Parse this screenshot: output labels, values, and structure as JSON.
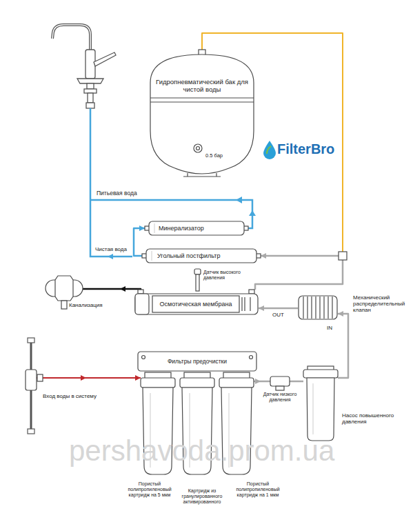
{
  "diagram": {
    "nodes": [
      {
        "text": [
          "Гидропневматический бак для чистой воды",
          "0.5 бар"
        ]
      },
      {
        "text": [
          "Минерализатор"
        ]
      },
      {
        "text": [
          "Угольный постфильтр"
        ]
      },
      {
        "text": [
          "Датчик высокого давления"
        ]
      },
      {
        "text": [
          "Канализация"
        ]
      },
      {
        "text": [
          "Осмотическая мембрана"
        ]
      },
      {
        "text": [
          "Механический распределительный клапан"
        ]
      },
      {
        "text": [
          "Фильтры предочистки"
        ]
      },
      {
        "text": [
          "Вход воды в систему"
        ]
      },
      {
        "text": [
          "Пористый полипропиленовый картридж на 5 мкм"
        ],
        "in": 7
      },
      {
        "text": [
          "Картридж из гранулированного активированного"
        ],
        "in": 7
      },
      {
        "text": [
          "Пористый полипропиленовый картридж на 1 мкм"
        ],
        "in": 7
      },
      {
        "text": [
          "Датчик низкого давления"
        ]
      },
      {
        "text": [
          "Насос повышенного давления"
        ]
      }
    ],
    "edges": [
      {
        "from": 8,
        "to": 9,
        "arrow": "to"
      },
      {
        "from": 11,
        "to": 12,
        "arrow": "to"
      },
      {
        "from": 12,
        "to": 13,
        "arrow": "none"
      },
      {
        "from": 13,
        "to": 6,
        "label": "IN",
        "arrow": "to"
      },
      {
        "from": 6,
        "to": 5,
        "label": "OUT",
        "arrow": "to"
      },
      {
        "from": 5,
        "to": 4,
        "arrow": "to"
      },
      {
        "from": 5,
        "to": 0,
        "arrow": "none"
      },
      {
        "from": 5,
        "to": 2,
        "arrow": "to"
      },
      {
        "from": 2,
        "to": 1,
        "arrow": "to"
      }
    ],
    "labels": [
      "Питьевая вода",
      "Чистая вода",
      "FilterBro",
      "pershavoda.prom.ua"
    ]
  }
}
